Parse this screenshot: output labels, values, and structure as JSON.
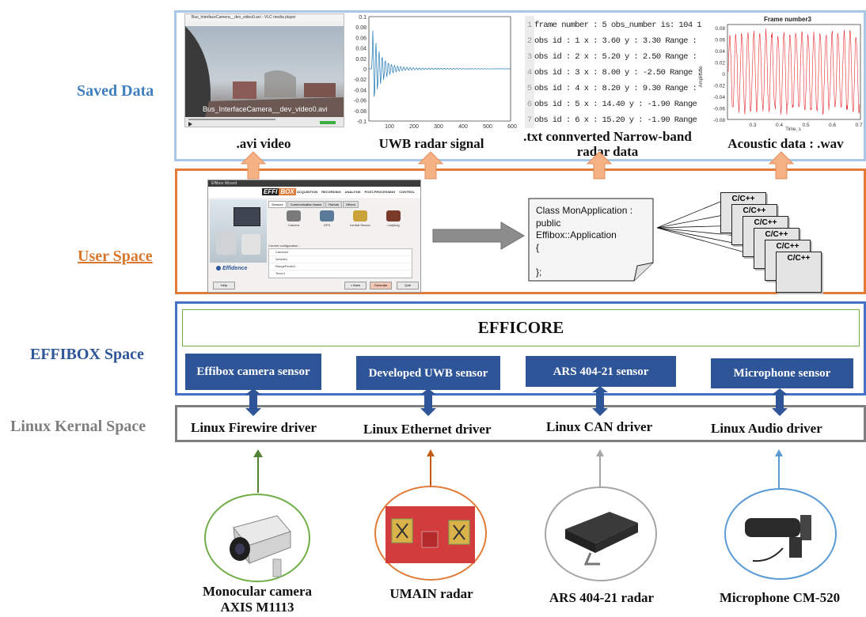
{
  "layers": {
    "saved_data": "Saved Data",
    "user_space": "User Space",
    "effibox_space": "EFFIBOX Space",
    "kernel_space": "Linux Kernal Space"
  },
  "saved": {
    "video_caption": ".avi video",
    "video_overlay": "Bus_InterfaceCamera__dev_video0.avi",
    "video_window_title": "Bus_InterfaceCamera__dev_video0.avi - VLC media player",
    "uwb_caption": "UWB radar signal",
    "uwb_yticks": [
      "0.1",
      "0.08",
      "0.06",
      "0.04",
      "0.02",
      "0",
      "-0.02",
      "-0.04",
      "-0.06",
      "-0.08",
      "-0.1"
    ],
    "uwb_xticks": [
      "100",
      "200",
      "300",
      "400",
      "500",
      "600"
    ],
    "txt_caption_1": ".txt  connverted  Narrow-band",
    "txt_caption_2": "radar data",
    "txt_lines": [
      "frame number :  5 obs_number is:  104 1",
      "obs id  : 1 x : 3.60 y : 3.30  Range :",
      "obs id  : 2 x : 5.20 y : 2.50  Range :",
      "obs id  : 3 x : 8.00 y : -2.50  Range :",
      "obs id  : 4 x : 8.20 y : 9.30  Range :",
      "obs id  : 5 x : 14.40 y : -1.90  Range",
      "obs id  : 6 x : 15.20 y : -1.90  Range"
    ],
    "txt_line_numbers": [
      "1",
      "2",
      "3",
      "4",
      "5",
      "6",
      "7"
    ],
    "acoustic_caption": "Acoustic data : .wav",
    "acoustic_title": "Frame number3",
    "acoustic_ylabel": "Amplitude",
    "acoustic_xlabel": "Time, s",
    "acoustic_yticks": [
      "0.08",
      "0.06",
      "0.04",
      "0.02",
      "0",
      "-0.02",
      "-0.04",
      "-0.06",
      "-0.08"
    ],
    "acoustic_xticks": [
      "0.3",
      "0.4",
      "0.5",
      "0.6",
      "0.7"
    ]
  },
  "user": {
    "wizard_title": "Effibox Wizard",
    "logo_left": "EFFI",
    "logo_right": "BOX",
    "menu": [
      "ACQUISITION",
      "RECORDING",
      "ANALYSIS",
      "POST-PROCESSING",
      "CONTROL"
    ],
    "tabs": [
      "Sensors",
      "Communication buses",
      "Robots",
      "Others"
    ],
    "sensors": [
      "Camera",
      "GPS",
      "Inertial Sensor",
      "Ladybug"
    ],
    "current_config": "Current configuration :",
    "config_items": [
      "Camera1",
      "Vehicle1",
      "RangeFinder1",
      "Timer1"
    ],
    "brand": "Effidence",
    "buttons": [
      "Help",
      "< Back",
      "Generate",
      "Quit"
    ],
    "code_lines": [
      "Class MonApplication :",
      "public",
      "Effibox::Application",
      "{",
      "",
      "};"
    ],
    "cpp_label": "C/C++"
  },
  "effibox": {
    "core": "EFFICORE",
    "sensors": [
      "Effibox camera sensor",
      "Developed UWB sensor",
      "ARS 404-21 sensor",
      "Microphone sensor"
    ]
  },
  "kernel": {
    "drivers": [
      "Linux Firewire driver",
      "Linux Ethernet driver",
      "Linux CAN driver",
      "Linux Audio driver"
    ]
  },
  "devices": {
    "camera_1": "Monocular camera",
    "camera_2": "AXIS M1113",
    "umain": "UMAIN radar",
    "ars": "ARS 404-21 radar",
    "mic": "Microphone CM-520"
  },
  "colors": {
    "saved": "#3f7fbf",
    "user": "#d9772f",
    "effibox": "#2e5597",
    "kernel": "#7f7f7f",
    "green": "#548235",
    "orange_link": "#c55a11",
    "grey_link": "#a6a6a6",
    "blue_link": "#5b9bd5",
    "arrow_up": "#f4b183"
  }
}
